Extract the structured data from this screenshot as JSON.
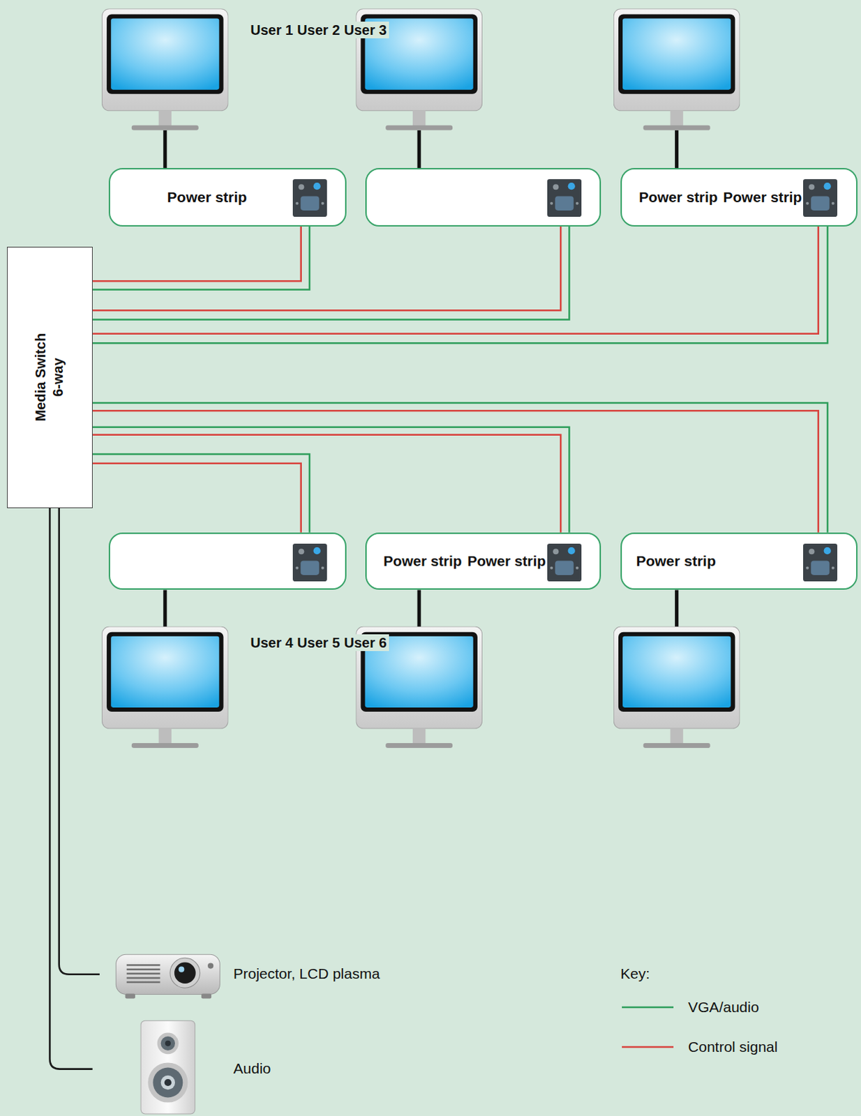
{
  "diagram": {
    "nodes": [
      {
        "text": [
          "Power strip"
        ]
      },
      {
        "text": []
      },
      {
        "text": [
          "Power strip",
          "Power strip"
        ]
      },
      {
        "text": [
          "Media Switch",
          "6-way"
        ]
      },
      {
        "text": []
      },
      {
        "text": [
          "Power strip",
          "Power strip"
        ]
      },
      {
        "text": [
          "Power strip"
        ]
      }
    ],
    "edges": [
      {
        "from": 3,
        "to": 0,
        "arrow": "none"
      },
      {
        "from": 3,
        "to": 0,
        "arrow": "none"
      },
      {
        "from": 3,
        "to": 1,
        "arrow": "none"
      },
      {
        "from": 3,
        "to": 1,
        "arrow": "none"
      },
      {
        "from": 3,
        "to": 2,
        "arrow": "none"
      },
      {
        "from": 3,
        "to": 2,
        "arrow": "none"
      },
      {
        "from": 3,
        "to": 6,
        "arrow": "none"
      },
      {
        "from": 3,
        "to": 6,
        "arrow": "none"
      },
      {
        "from": 3,
        "to": 5,
        "arrow": "none"
      },
      {
        "from": 3,
        "to": 5,
        "arrow": "none"
      },
      {
        "from": 3,
        "to": 4,
        "arrow": "none"
      },
      {
        "from": 3,
        "to": 4,
        "arrow": "none"
      }
    ],
    "labels": [
      "User 1",
      "User 2",
      "User 3",
      "User 4",
      "User 5",
      "User 6",
      "Projector, LCD plasma",
      "Audio",
      "Key:"
    ],
    "legend": [
      {
        "text": "VGA/audio"
      },
      {
        "text": "Control signal"
      }
    ]
  }
}
